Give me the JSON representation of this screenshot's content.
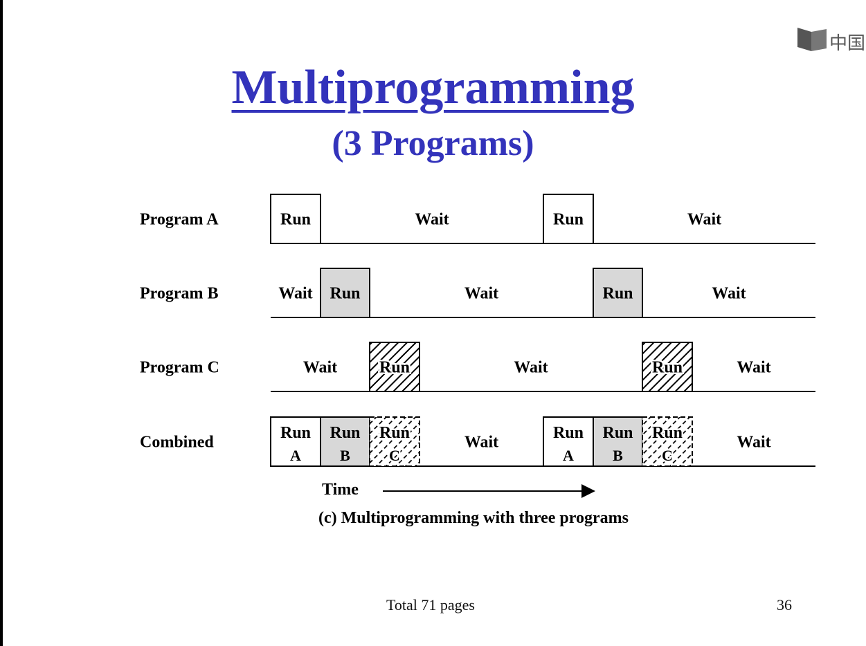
{
  "slide": {
    "title": "Multiprogramming",
    "subtitle": "(3 Programs)",
    "footer_total": "Total 71 pages",
    "page_number": "36",
    "brand_text": "中国",
    "colors": {
      "title": "#3333bb",
      "run_b_fill": "#d8d8d8",
      "line": "#000000"
    }
  },
  "diagram": {
    "caption": "(c) Multiprogramming with three programs",
    "time_label": "Time",
    "rows": [
      {
        "name": "Program A",
        "segments": [
          {
            "label": "Run",
            "fill": "white"
          },
          {
            "label": "Wait",
            "fill": "none"
          },
          {
            "label": "Run",
            "fill": "white"
          },
          {
            "label": "Wait",
            "fill": "none"
          }
        ]
      },
      {
        "name": "Program B",
        "segments": [
          {
            "label": "Wait",
            "fill": "none"
          },
          {
            "label": "Run",
            "fill": "gray"
          },
          {
            "label": "Wait",
            "fill": "none"
          },
          {
            "label": "Run",
            "fill": "gray"
          },
          {
            "label": "Wait",
            "fill": "none"
          }
        ]
      },
      {
        "name": "Program C",
        "segments": [
          {
            "label": "Wait",
            "fill": "none"
          },
          {
            "label": "Run",
            "fill": "hatch"
          },
          {
            "label": "Wait",
            "fill": "none"
          },
          {
            "label": "Run",
            "fill": "hatch"
          },
          {
            "label": "Wait",
            "fill": "none"
          }
        ]
      },
      {
        "name": "Combined",
        "segments": [
          {
            "label": "Run",
            "sub": "A",
            "fill": "white"
          },
          {
            "label": "Run",
            "sub": "B",
            "fill": "gray"
          },
          {
            "label": "Run",
            "sub": "C",
            "fill": "hatch-dashed"
          },
          {
            "label": "Wait",
            "fill": "none"
          },
          {
            "label": "Run",
            "sub": "A",
            "fill": "white"
          },
          {
            "label": "Run",
            "sub": "B",
            "fill": "gray"
          },
          {
            "label": "Run",
            "sub": "C",
            "fill": "hatch-dashed"
          },
          {
            "label": "Wait",
            "fill": "none"
          }
        ]
      }
    ]
  }
}
